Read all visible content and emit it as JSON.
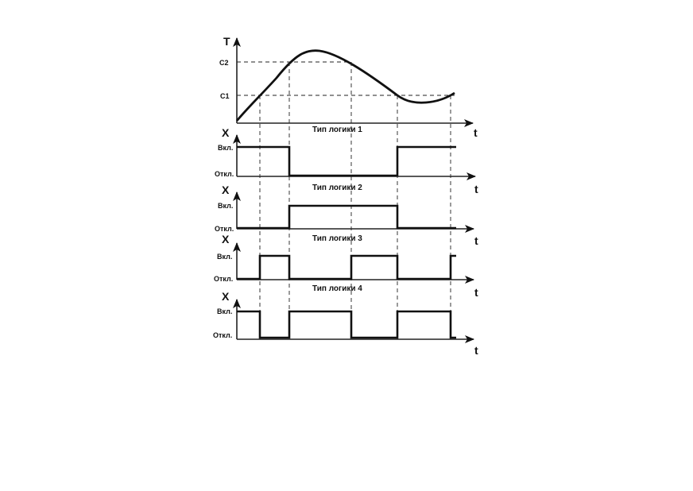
{
  "temperature_plot": {
    "y_axis_label": "T",
    "x_axis_label": "t",
    "threshold_c2": "C2",
    "threshold_c1": "C1"
  },
  "logic_panels": [
    {
      "title": "Тип логики 1",
      "y_axis_label": "X",
      "x_axis_label": "t",
      "on_label": "Вкл.",
      "off_label": "Откл.",
      "states": [
        "on",
        "off",
        "off",
        "on"
      ]
    },
    {
      "title": "Тип логики 2",
      "y_axis_label": "X",
      "x_axis_label": "t",
      "on_label": "Вкл.",
      "off_label": "Откл.",
      "states": [
        "off",
        "on",
        "on",
        "off"
      ]
    },
    {
      "title": "Тип логики 3",
      "y_axis_label": "X",
      "x_axis_label": "t",
      "on_label": "Вкл.",
      "off_label": "Откл.",
      "states": [
        "off",
        "on",
        "off",
        "on",
        "off",
        "on"
      ]
    },
    {
      "title": "Тип логики 4",
      "y_axis_label": "X",
      "x_axis_label": "t",
      "on_label": "Вкл.",
      "off_label": "Откл.",
      "states": [
        "on",
        "off",
        "on",
        "off",
        "on",
        "off"
      ]
    }
  ]
}
